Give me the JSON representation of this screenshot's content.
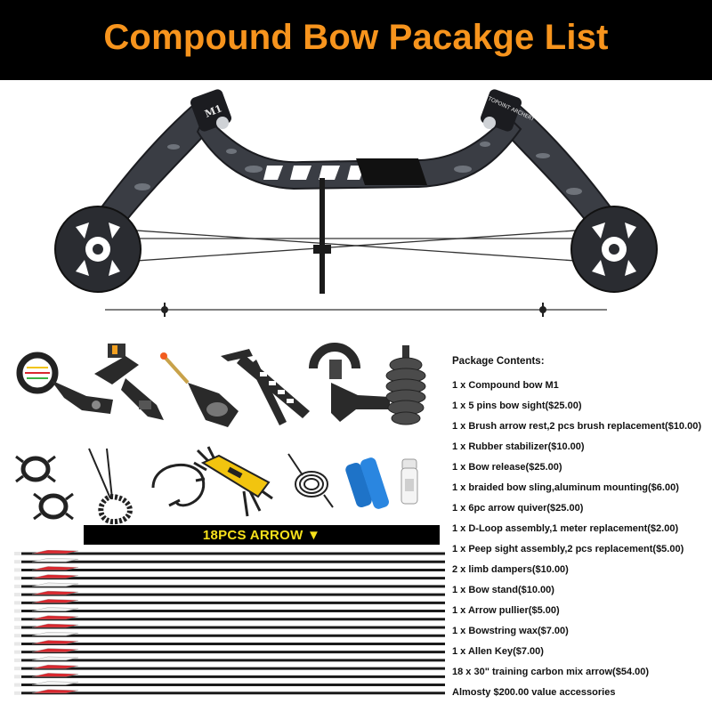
{
  "header": {
    "title": "Compound Bow Pacakge List"
  },
  "bow": {
    "limb_label_left": "M1",
    "limb_label_right": "TOPOINT ARCHERY"
  },
  "banner": {
    "label": "18PCS ARROW ▼"
  },
  "contents": {
    "heading": "Package Contents:",
    "items": [
      "1 x Compound bow M1",
      "1 x 5 pins bow sight($25.00)",
      "1 x Brush arrow rest,2 pcs brush replacement($10.00)",
      "1 x Rubber stabilizer($10.00)",
      "1 x Bow release($25.00)",
      "1 x braided bow sling,aluminum mounting($6.00)",
      "1 x 6pc arrow quiver($25.00)",
      "1 x D-Loop assembly,1 meter replacement($2.00)",
      "1 x Peep sight assembly,2 pcs replacement($5.00)",
      "2 x limb dampers($10.00)",
      "1 x Bow stand($10.00)",
      "1 x Arrow pullier($5.00)",
      "1 x Bowstring wax($7.00)",
      "1 x Allen Key($7.00)",
      "18 x 30\"  training carbon mix arrow($54.00)",
      "Almosty $200.00 value accessories"
    ]
  },
  "colors": {
    "header_bg": "#000000",
    "title_orange": "#f7941d",
    "banner_text": "#f7e11b",
    "fletching_red": "#d9272e",
    "allen_key_yellow": "#f2c40f"
  },
  "icons": [
    "bow-sight-icon",
    "arrow-rest-icon",
    "bow-release-icon",
    "bow-stand-icon",
    "quiver-icon",
    "stabilizer-icon",
    "limb-damper-icon",
    "bow-sling-icon",
    "d-loop-icon",
    "allen-key-icon",
    "bowstring-icon",
    "arrow-puller-icon",
    "bowstring-wax-icon"
  ]
}
